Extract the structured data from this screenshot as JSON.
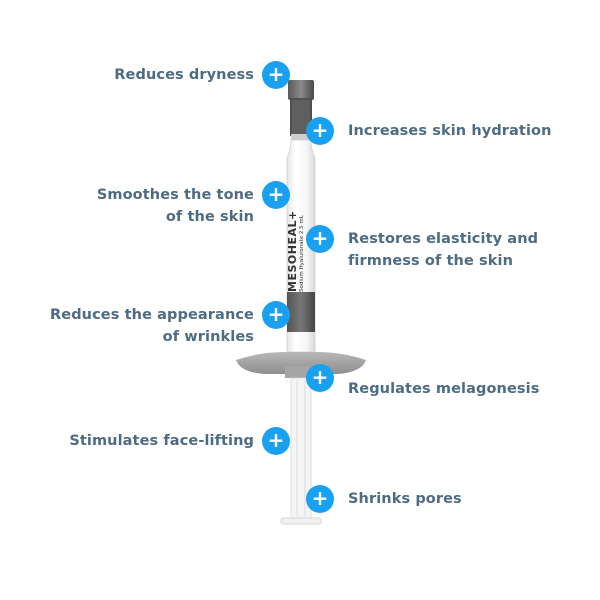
{
  "product": {
    "brand": "MESOHEAL+",
    "subtitle": "Sodium Hyaluronate 2.5 mL"
  },
  "benefits_left": [
    {
      "label": "Reduces dryness"
    },
    {
      "label": "Smoothes the tone\nof the skin"
    },
    {
      "label": "Reduces the appearance\nof wrinkles"
    },
    {
      "label": "Stimulates face-lifting"
    }
  ],
  "benefits_right": [
    {
      "label": "Increases skin hydration"
    },
    {
      "label": "Restores elasticity and\nfirmness of the skin"
    },
    {
      "label": "Regulates melagonesis"
    },
    {
      "label": "Shrinks pores"
    }
  ],
  "icons": {
    "marker": "plus-icon"
  },
  "colors": {
    "accent": "#1aa0f0",
    "text": "#4e6b84"
  }
}
